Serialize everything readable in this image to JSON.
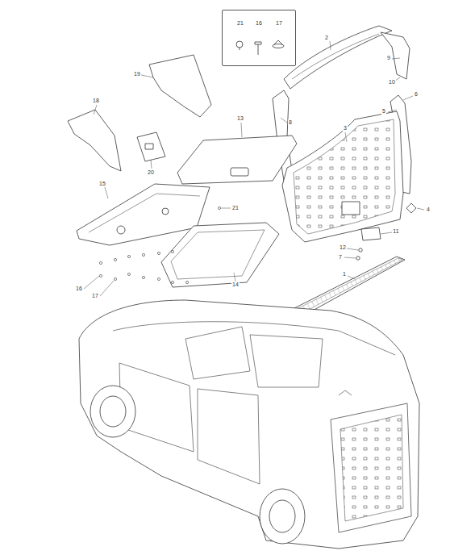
{
  "diagram": {
    "nodes": [
      {
        "text": [
          "21",
          "16",
          "17"
        ]
      }
    ],
    "labels": [
      "2",
      "9",
      "10",
      "6",
      "5",
      "8",
      "19",
      "18",
      "13",
      "20",
      "3",
      "15",
      "21",
      "4",
      "11",
      "12",
      "7",
      "1",
      "14",
      "16",
      "17"
    ]
  }
}
